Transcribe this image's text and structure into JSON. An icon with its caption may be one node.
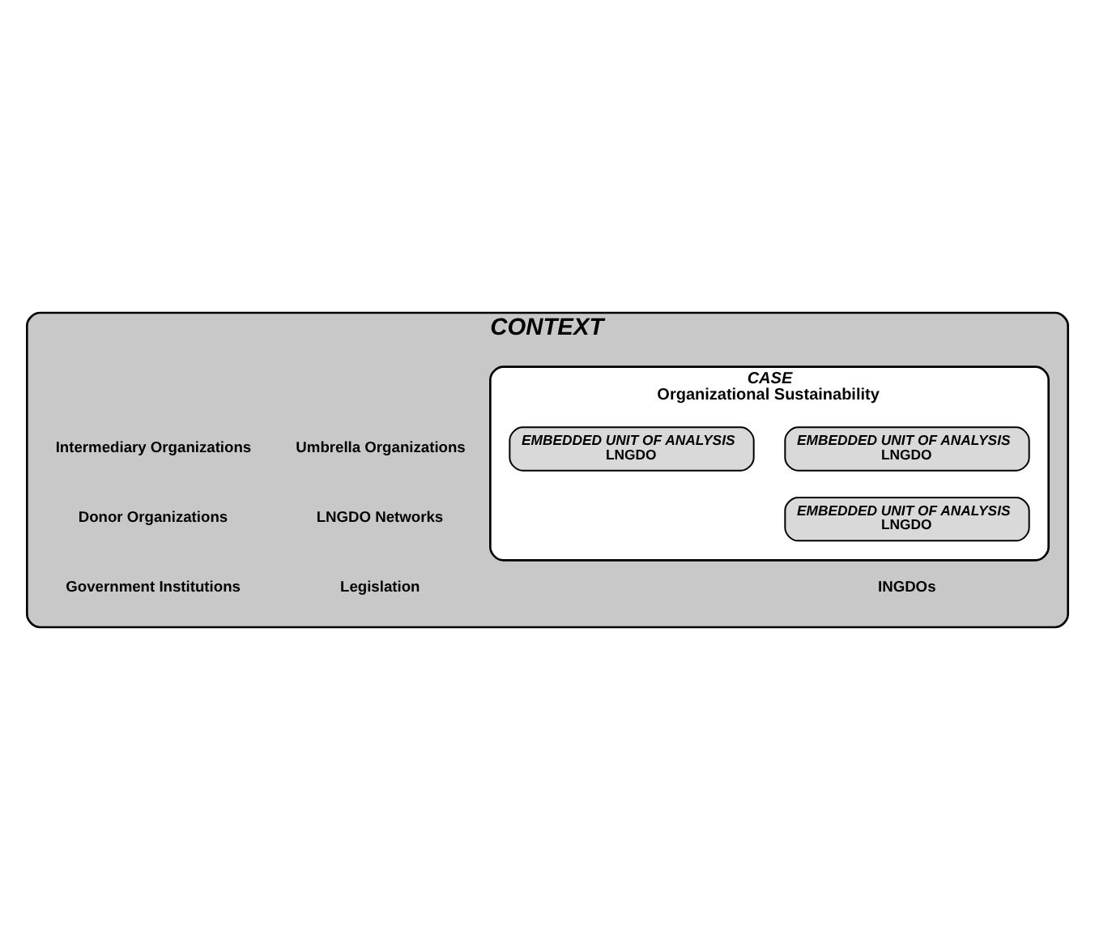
{
  "diagram": {
    "nodes": [
      {
        "text": [
          "CONTEXT"
        ]
      },
      {
        "text": [
          "CASE",
          "Organizational Sustainability"
        ],
        "in": 0
      },
      {
        "text": [
          "EMBEDDED UNIT OF ANALYSIS",
          "LNGDO"
        ],
        "in": 1
      },
      {
        "text": [
          "EMBEDDED UNIT OF ANALYSIS",
          "LNGDO"
        ],
        "in": 1
      },
      {
        "text": [
          "EMBEDDED UNIT OF ANALYSIS",
          "LNGDO"
        ],
        "in": 1
      }
    ],
    "labels": [
      "Umbrella Organizations",
      "LNGDO Networks",
      "Intermediary Organizations",
      "Donor Organizations",
      "Legislation",
      "INGDOs",
      "Government Institutions"
    ]
  }
}
